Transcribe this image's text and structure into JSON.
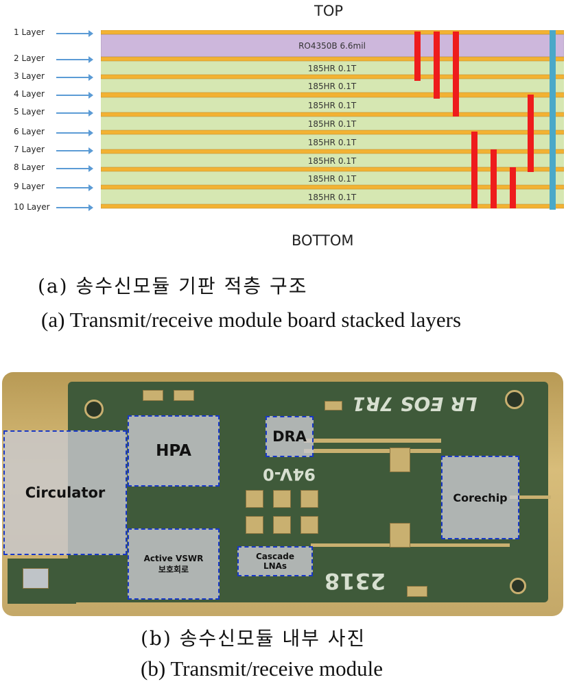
{
  "stackup": {
    "top_label": "TOP",
    "bottom_label": "BOTTOM",
    "layers": [
      "1 Layer",
      "2 Layer",
      "3 Layer",
      "4 Layer",
      "5 Layer",
      "6 Layer",
      "7 Layer",
      "8 Layer",
      "9 Layer",
      "10 Layer"
    ],
    "dielectrics": [
      "RO4350B 6.6mil",
      "185HR 0.1T",
      "185HR 0.1T",
      "185HR 0.1T",
      "185HR 0.1T",
      "185HR 0.1T",
      "185HR 0.1T",
      "185HR 0.1T",
      "185HR 0.1T"
    ],
    "colors": {
      "copper": "#f2b233",
      "prepreg": "#d6e7b2",
      "core": "#cdb7dc",
      "via": "#ee1c1c",
      "through_via": "#4aa8c8"
    }
  },
  "caption_a": {
    "korean": "(a) 송수신모듈 기판 적층 구조",
    "english": "(a) Transmit/receive module board stacked layers"
  },
  "module": {
    "blocks": {
      "circulator": "Circulator",
      "hpa": "HPA",
      "dra": "DRA",
      "corechip": "Corechip",
      "vswr_line1": "Active VSWR",
      "vswr_line2": "보호회로",
      "lna_line1": "Cascade",
      "lna_line2": "LNAs"
    },
    "silkscreen": {
      "top": "LR EOS 7R1",
      "mid": "94V-0",
      "bottom": "2318"
    }
  },
  "caption_b": {
    "korean": "(b) 송수신모듈 내부 사진",
    "english": "(b) Transmit/receive module"
  }
}
